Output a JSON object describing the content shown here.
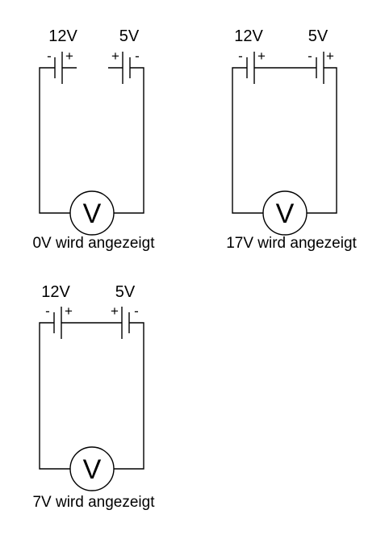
{
  "circuits": [
    {
      "left_battery": {
        "voltage": "12V",
        "left_sign": "-",
        "right_sign": "+"
      },
      "right_battery": {
        "voltage": "5V",
        "left_sign": "+",
        "right_sign": "-"
      },
      "meter_symbol": "V",
      "caption": "0V wird angezeigt"
    },
    {
      "left_battery": {
        "voltage": "12V",
        "left_sign": "-",
        "right_sign": "+"
      },
      "right_battery": {
        "voltage": "5V",
        "left_sign": "-",
        "right_sign": "+"
      },
      "meter_symbol": "V",
      "caption": "17V wird angezeigt"
    },
    {
      "left_battery": {
        "voltage": "12V",
        "left_sign": "-",
        "right_sign": "+"
      },
      "right_battery": {
        "voltage": "5V",
        "left_sign": "+",
        "right_sign": "-"
      },
      "meter_symbol": "V",
      "caption": "7V wird angezeigt"
    }
  ]
}
